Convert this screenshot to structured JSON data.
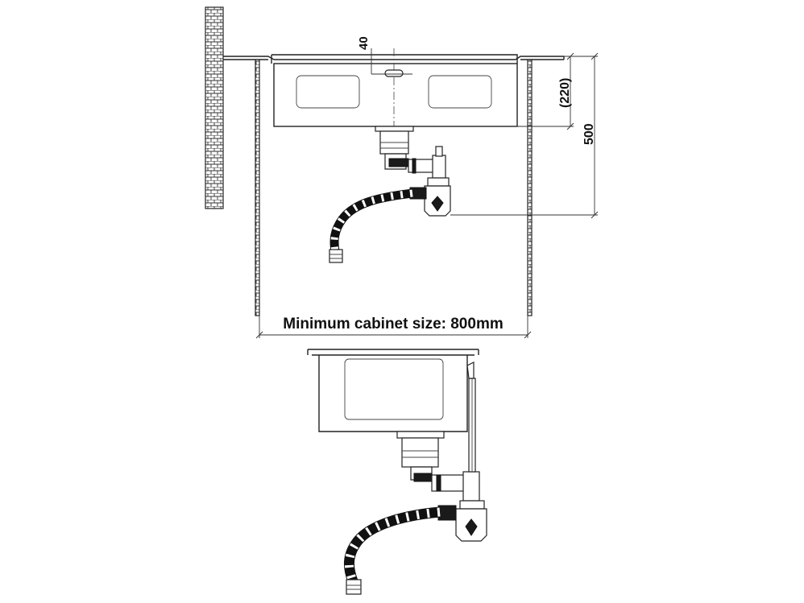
{
  "dimensions": {
    "overflow_offset": "40",
    "depth_to_bowl": "(220)",
    "depth_to_trap": "500"
  },
  "caption": "Minimum cabinet size: 800mm"
}
